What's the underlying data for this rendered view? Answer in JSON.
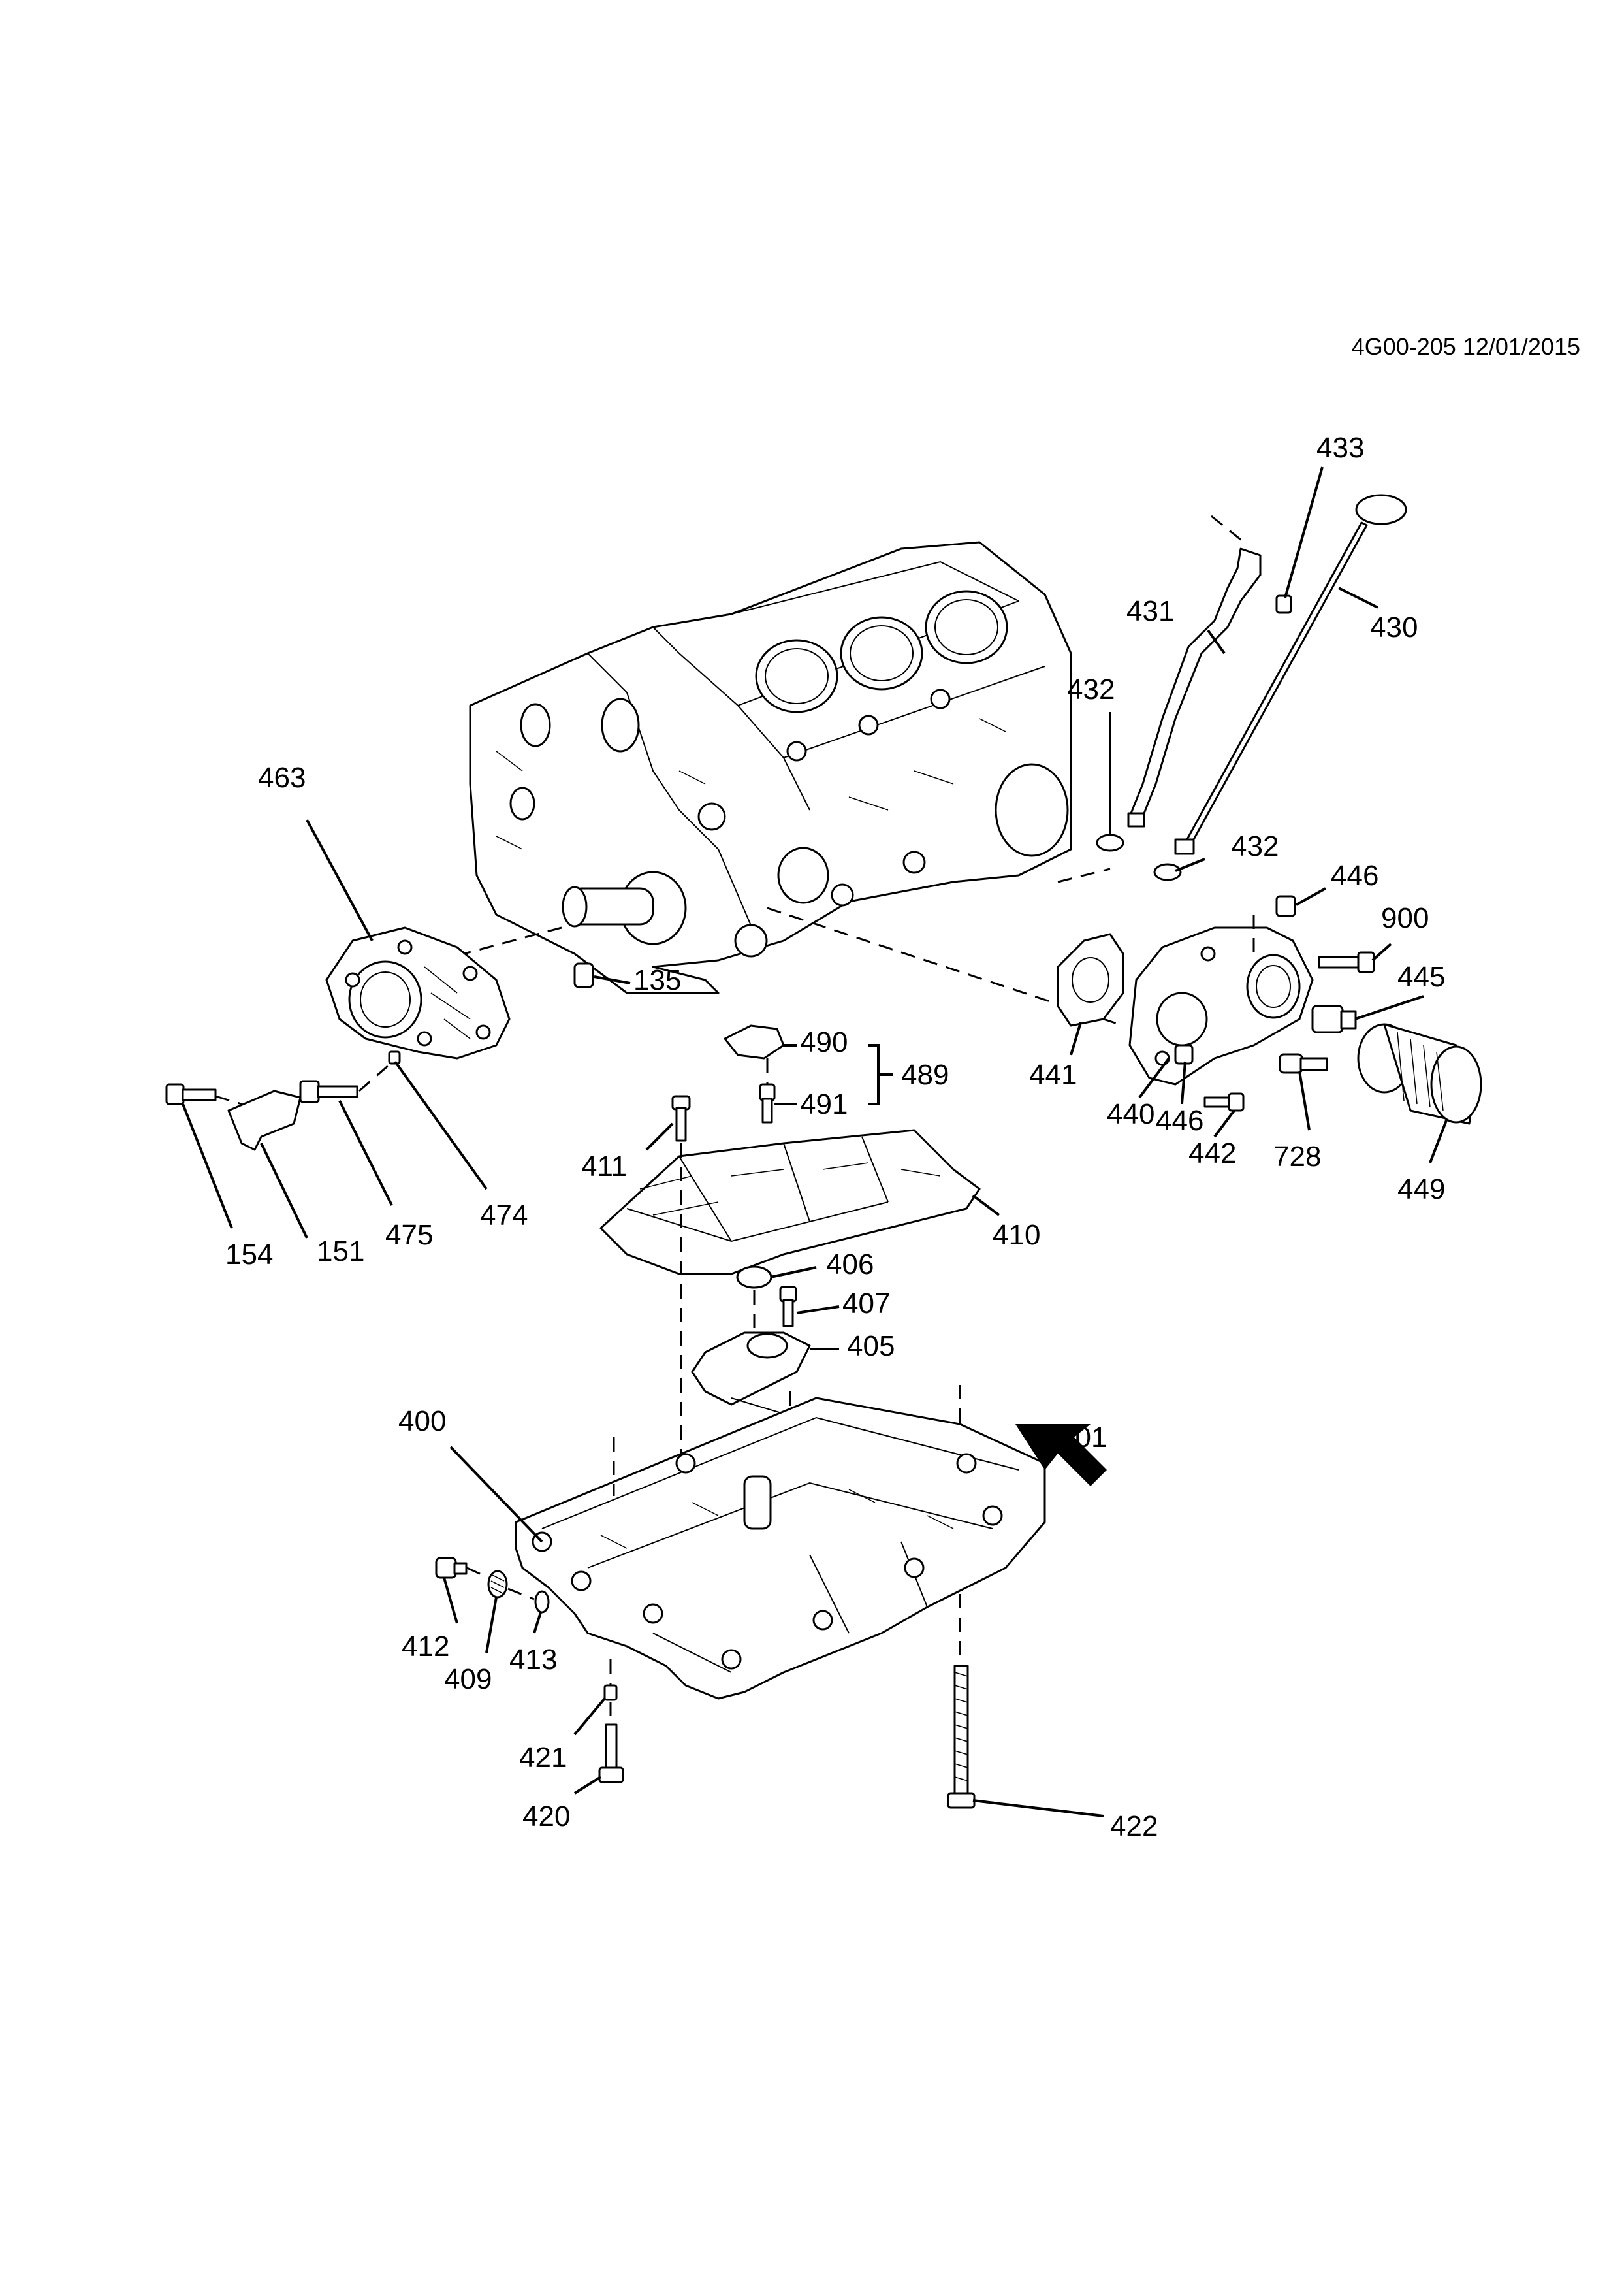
{
  "document": {
    "code": "4G00-205 12/01/2015"
  },
  "callouts": [
    {
      "id": "433",
      "label": "433"
    },
    {
      "id": "431",
      "label": "431"
    },
    {
      "id": "430",
      "label": "430"
    },
    {
      "id": "432a",
      "label": "432"
    },
    {
      "id": "432b",
      "label": "432"
    },
    {
      "id": "463",
      "label": "463"
    },
    {
      "id": "446a",
      "label": "446"
    },
    {
      "id": "900",
      "label": "900"
    },
    {
      "id": "445",
      "label": "445"
    },
    {
      "id": "135",
      "label": "135"
    },
    {
      "id": "490",
      "label": "490"
    },
    {
      "id": "489",
      "label": "489"
    },
    {
      "id": "491",
      "label": "491"
    },
    {
      "id": "441",
      "label": "441"
    },
    {
      "id": "440",
      "label": "440"
    },
    {
      "id": "446b",
      "label": "446"
    },
    {
      "id": "442",
      "label": "442"
    },
    {
      "id": "728",
      "label": "728"
    },
    {
      "id": "449",
      "label": "449"
    },
    {
      "id": "411",
      "label": "411"
    },
    {
      "id": "410",
      "label": "410"
    },
    {
      "id": "474",
      "label": "474"
    },
    {
      "id": "475",
      "label": "475"
    },
    {
      "id": "151",
      "label": "151"
    },
    {
      "id": "154",
      "label": "154"
    },
    {
      "id": "406",
      "label": "406"
    },
    {
      "id": "407",
      "label": "407"
    },
    {
      "id": "405",
      "label": "405"
    },
    {
      "id": "400",
      "label": "400"
    },
    {
      "id": "401",
      "label": "401"
    },
    {
      "id": "412",
      "label": "412"
    },
    {
      "id": "409",
      "label": "409"
    },
    {
      "id": "413",
      "label": "413"
    },
    {
      "id": "421",
      "label": "421"
    },
    {
      "id": "420",
      "label": "420"
    },
    {
      "id": "422",
      "label": "422"
    }
  ]
}
